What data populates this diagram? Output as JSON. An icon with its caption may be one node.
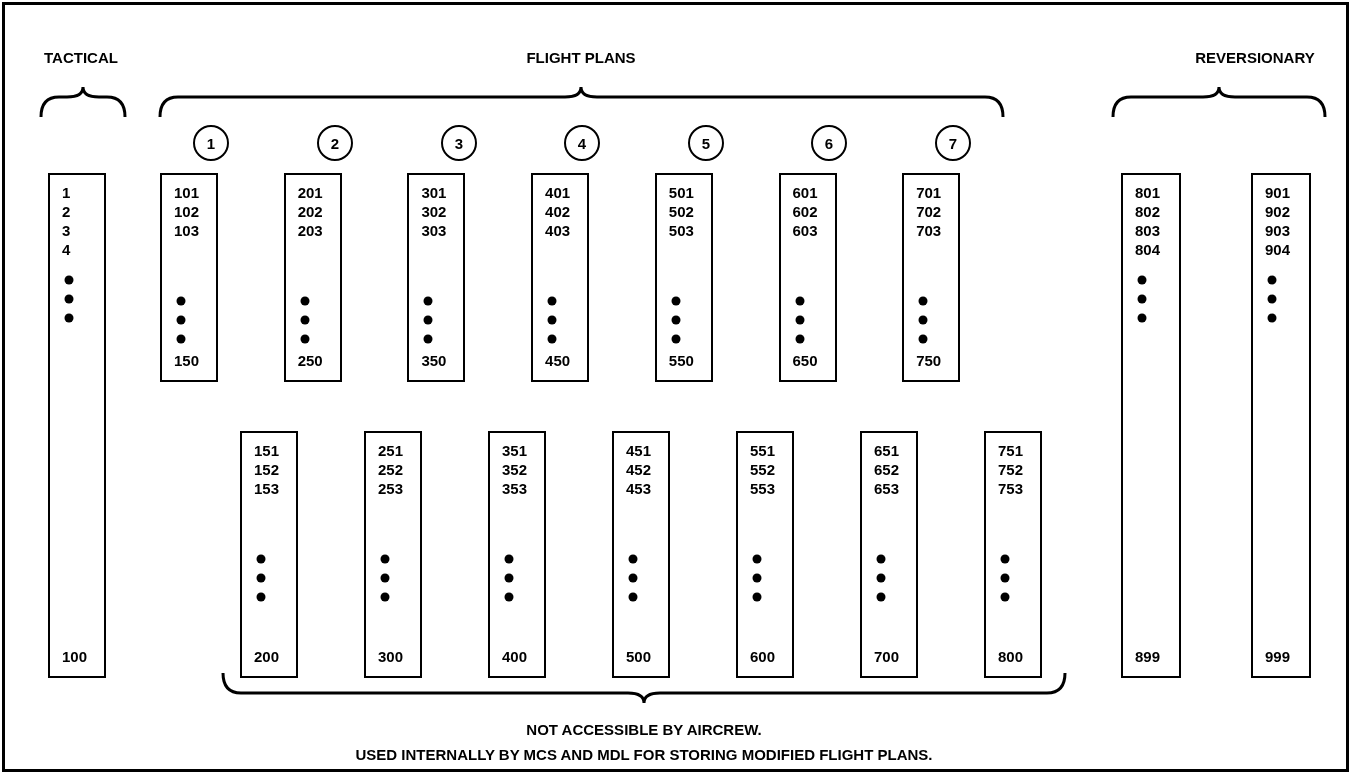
{
  "diagram": {
    "nodes": [
      {
        "text": [
          "1 2 3 4",
          "100"
        ]
      },
      {
        "text": [
          "1"
        ]
      },
      {
        "text": [
          "2"
        ]
      },
      {
        "text": [
          "3"
        ]
      },
      {
        "text": [
          "4"
        ]
      },
      {
        "text": [
          "5"
        ]
      },
      {
        "text": [
          "6"
        ]
      },
      {
        "text": [
          "7"
        ]
      },
      {
        "text": [
          "101 102 103",
          "150"
        ]
      },
      {
        "text": [
          "201 202 203",
          "250"
        ]
      },
      {
        "text": [
          "301 302 303",
          "350"
        ]
      },
      {
        "text": [
          "401 402 403",
          "450"
        ]
      },
      {
        "text": [
          "501 502 503",
          "550"
        ]
      },
      {
        "text": [
          "601 602 603",
          "650"
        ]
      },
      {
        "text": [
          "701 702 703",
          "750"
        ]
      },
      {
        "text": [
          "801 802 803 804",
          "899"
        ]
      },
      {
        "text": [
          "901 902 903 904",
          "999"
        ]
      },
      {
        "text": [
          "151 152 153",
          "200"
        ]
      },
      {
        "text": [
          "251 252 253",
          "300"
        ]
      },
      {
        "text": [
          "351 352 353",
          "400"
        ]
      },
      {
        "text": [
          "451 452 453",
          "500"
        ]
      },
      {
        "text": [
          "551 552 553",
          "600"
        ]
      },
      {
        "text": [
          "651 652 653",
          "700"
        ]
      },
      {
        "text": [
          "751 752 753",
          "800"
        ]
      }
    ],
    "edges": [],
    "labels": [
      "TACTICAL",
      "FLIGHT PLANS",
      "REVERSIONARY",
      "NOT ACCESSIBLE BY AIRCREW.",
      "USED INTERNALLY BY MCS AND MDL FOR STORING MODIFIED FLIGHT PLANS."
    ]
  }
}
